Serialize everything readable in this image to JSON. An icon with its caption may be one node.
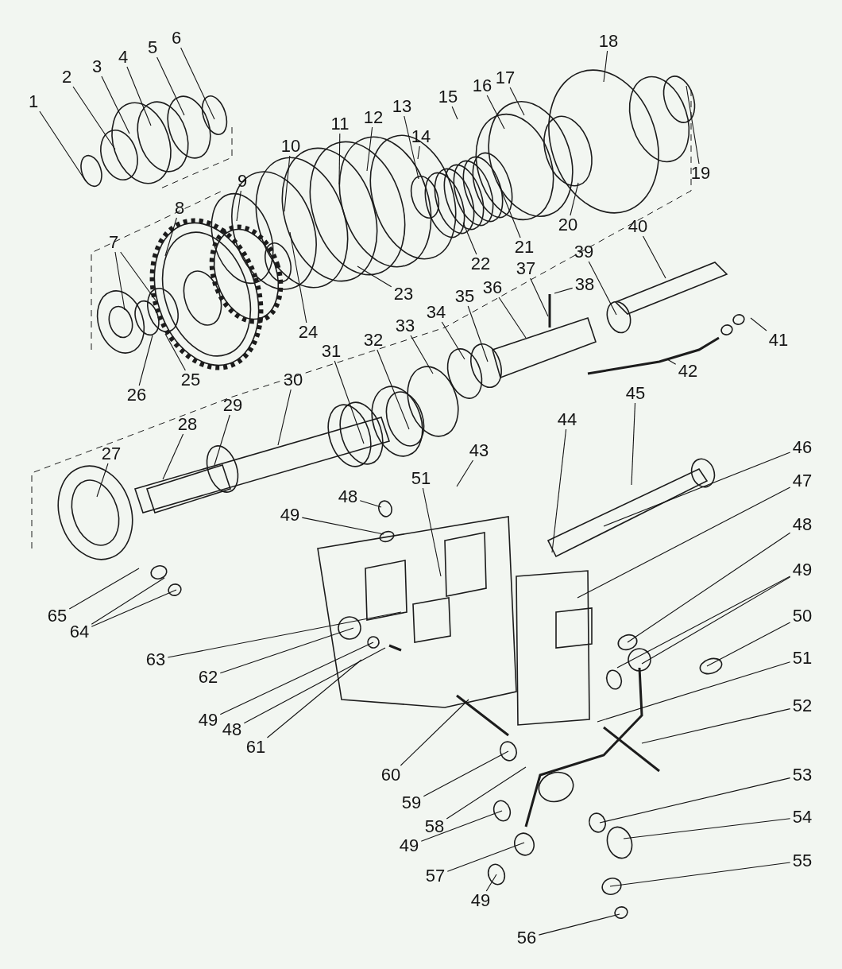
{
  "diagram": {
    "nodes": [
      {
        "text": [
          "1"
        ]
      },
      {
        "text": [
          "2"
        ]
      },
      {
        "text": [
          "3"
        ]
      },
      {
        "text": [
          "4"
        ]
      },
      {
        "text": [
          "5"
        ]
      },
      {
        "text": [
          "6"
        ]
      },
      {
        "text": [
          "7"
        ]
      },
      {
        "text": [
          "8"
        ]
      },
      {
        "text": [
          "9"
        ]
      },
      {
        "text": [
          "10"
        ]
      },
      {
        "text": [
          "11"
        ]
      },
      {
        "text": [
          "12"
        ]
      },
      {
        "text": [
          "13"
        ]
      },
      {
        "text": [
          "14"
        ]
      },
      {
        "text": [
          "15"
        ]
      },
      {
        "text": [
          "16"
        ]
      },
      {
        "text": [
          "17"
        ]
      },
      {
        "text": [
          "18"
        ]
      },
      {
        "text": [
          "19"
        ]
      },
      {
        "text": [
          "20"
        ]
      },
      {
        "text": [
          "21"
        ]
      },
      {
        "text": [
          "22"
        ]
      },
      {
        "text": [
          "23"
        ]
      },
      {
        "text": [
          "24"
        ]
      },
      {
        "text": [
          "25"
        ]
      },
      {
        "text": [
          "26"
        ]
      },
      {
        "text": [
          "27"
        ]
      },
      {
        "text": [
          "28"
        ]
      },
      {
        "text": [
          "29"
        ]
      },
      {
        "text": [
          "30"
        ]
      },
      {
        "text": [
          "31"
        ]
      },
      {
        "text": [
          "32"
        ]
      },
      {
        "text": [
          "33"
        ]
      },
      {
        "text": [
          "34"
        ]
      },
      {
        "text": [
          "35"
        ]
      },
      {
        "text": [
          "36"
        ]
      },
      {
        "text": [
          "37"
        ]
      },
      {
        "text": [
          "38"
        ]
      },
      {
        "text": [
          "39"
        ]
      },
      {
        "text": [
          "40"
        ]
      },
      {
        "text": [
          "41"
        ]
      },
      {
        "text": [
          "42"
        ]
      },
      {
        "text": [
          "43"
        ]
      },
      {
        "text": [
          "44"
        ]
      },
      {
        "text": [
          "45"
        ]
      },
      {
        "text": [
          "46"
        ]
      },
      {
        "text": [
          "47"
        ]
      },
      {
        "text": [
          "48"
        ]
      },
      {
        "text": [
          "49"
        ]
      },
      {
        "text": [
          "50"
        ]
      },
      {
        "text": [
          "51"
        ]
      },
      {
        "text": [
          "52"
        ]
      },
      {
        "text": [
          "53"
        ]
      },
      {
        "text": [
          "54"
        ]
      },
      {
        "text": [
          "55"
        ]
      },
      {
        "text": [
          "56"
        ]
      },
      {
        "text": [
          "57"
        ]
      },
      {
        "text": [
          "58"
        ]
      },
      {
        "text": [
          "59"
        ]
      },
      {
        "text": [
          "60"
        ]
      },
      {
        "text": [
          "61"
        ]
      },
      {
        "text": [
          "62"
        ]
      },
      {
        "text": [
          "63"
        ]
      },
      {
        "text": [
          "64"
        ]
      },
      {
        "text": [
          "65"
        ]
      },
      {
        "text": [
          "48"
        ]
      },
      {
        "text": [
          "49"
        ]
      },
      {
        "text": [
          "49"
        ]
      },
      {
        "text": [
          "49"
        ]
      },
      {
        "text": [
          "48"
        ]
      },
      {
        "text": [
          "49"
        ]
      },
      {
        "text": [
          "51"
        ]
      }
    ],
    "edges": [
      {
        "from": 0,
        "to": null,
        "arrow": "none"
      },
      {
        "from": 1,
        "to": null,
        "arrow": "none"
      },
      {
        "from": 2,
        "to": null,
        "arrow": "none"
      },
      {
        "from": 3,
        "to": null,
        "arrow": "none"
      },
      {
        "from": 4,
        "to": null,
        "arrow": "none"
      },
      {
        "from": 5,
        "to": null,
        "arrow": "none"
      },
      {
        "from": 6,
        "to": null,
        "arrow": "none"
      },
      {
        "from": 6,
        "to": null,
        "arrow": "none"
      },
      {
        "from": 7,
        "to": null,
        "arrow": "none"
      },
      {
        "from": 8,
        "to": null,
        "arrow": "none"
      },
      {
        "from": 9,
        "to": null,
        "arrow": "none"
      },
      {
        "from": 10,
        "to": null,
        "arrow": "none"
      },
      {
        "from": 11,
        "to": null,
        "arrow": "none"
      },
      {
        "from": 12,
        "to": null,
        "arrow": "none"
      },
      {
        "from": 13,
        "to": null,
        "arrow": "none"
      },
      {
        "from": 14,
        "to": null,
        "arrow": "none"
      },
      {
        "from": 15,
        "to": null,
        "arrow": "none"
      },
      {
        "from": 16,
        "to": null,
        "arrow": "none"
      },
      {
        "from": 17,
        "to": null,
        "arrow": "none"
      },
      {
        "from": 18,
        "to": null,
        "arrow": "none"
      },
      {
        "from": 19,
        "to": null,
        "arrow": "none"
      },
      {
        "from": 20,
        "to": null,
        "arrow": "none"
      },
      {
        "from": 21,
        "to": null,
        "arrow": "none"
      },
      {
        "from": 22,
        "to": null,
        "arrow": "none"
      },
      {
        "from": 23,
        "to": null,
        "arrow": "none"
      },
      {
        "from": 24,
        "to": null,
        "arrow": "none"
      },
      {
        "from": 25,
        "to": null,
        "arrow": "none"
      },
      {
        "from": 26,
        "to": null,
        "arrow": "none"
      },
      {
        "from": 27,
        "to": null,
        "arrow": "none"
      },
      {
        "from": 28,
        "to": null,
        "arrow": "none"
      },
      {
        "from": 29,
        "to": null,
        "arrow": "none"
      },
      {
        "from": 30,
        "to": null,
        "arrow": "none"
      },
      {
        "from": 31,
        "to": null,
        "arrow": "none"
      },
      {
        "from": 32,
        "to": null,
        "arrow": "none"
      },
      {
        "from": 33,
        "to": null,
        "arrow": "none"
      },
      {
        "from": 34,
        "to": null,
        "arrow": "none"
      },
      {
        "from": 35,
        "to": null,
        "arrow": "none"
      },
      {
        "from": 36,
        "to": null,
        "arrow": "none"
      },
      {
        "from": 37,
        "to": null,
        "arrow": "none"
      },
      {
        "from": 38,
        "to": null,
        "arrow": "none"
      },
      {
        "from": 39,
        "to": null,
        "arrow": "none"
      },
      {
        "from": 40,
        "to": null,
        "arrow": "none"
      },
      {
        "from": 41,
        "to": null,
        "arrow": "none"
      },
      {
        "from": 42,
        "to": null,
        "arrow": "none"
      },
      {
        "from": 43,
        "to": null,
        "arrow": "none"
      },
      {
        "from": 44,
        "to": null,
        "arrow": "none"
      },
      {
        "from": 45,
        "to": null,
        "arrow": "none"
      },
      {
        "from": 46,
        "to": null,
        "arrow": "none"
      },
      {
        "from": 47,
        "to": null,
        "arrow": "none"
      },
      {
        "from": 48,
        "to": null,
        "arrow": "none"
      },
      {
        "from": 48,
        "to": null,
        "arrow": "none"
      },
      {
        "from": 49,
        "to": null,
        "arrow": "none"
      },
      {
        "from": 50,
        "to": null,
        "arrow": "none"
      },
      {
        "from": 51,
        "to": null,
        "arrow": "none"
      },
      {
        "from": 52,
        "to": null,
        "arrow": "none"
      },
      {
        "from": 53,
        "to": null,
        "arrow": "none"
      },
      {
        "from": 54,
        "to": null,
        "arrow": "none"
      },
      {
        "from": 55,
        "to": null,
        "arrow": "none"
      },
      {
        "from": 56,
        "to": null,
        "arrow": "none"
      },
      {
        "from": 57,
        "to": null,
        "arrow": "none"
      },
      {
        "from": 58,
        "to": null,
        "arrow": "none"
      },
      {
        "from": 59,
        "to": null,
        "arrow": "none"
      },
      {
        "from": 60,
        "to": null,
        "arrow": "none"
      },
      {
        "from": 61,
        "to": null,
        "arrow": "none"
      },
      {
        "from": 62,
        "to": null,
        "arrow": "none"
      },
      {
        "from": 63,
        "to": null,
        "arrow": "none"
      },
      {
        "from": 63,
        "to": null,
        "arrow": "none"
      },
      {
        "from": 64,
        "to": null,
        "arrow": "none"
      },
      {
        "from": 65,
        "to": null,
        "arrow": "none"
      },
      {
        "from": 66,
        "to": null,
        "arrow": "none"
      },
      {
        "from": 67,
        "to": null,
        "arrow": "none"
      },
      {
        "from": 68,
        "to": null,
        "arrow": "none"
      },
      {
        "from": 69,
        "to": null,
        "arrow": "none"
      },
      {
        "from": 70,
        "to": null,
        "arrow": "none"
      },
      {
        "from": 71,
        "to": null,
        "arrow": "none"
      }
    ]
  }
}
